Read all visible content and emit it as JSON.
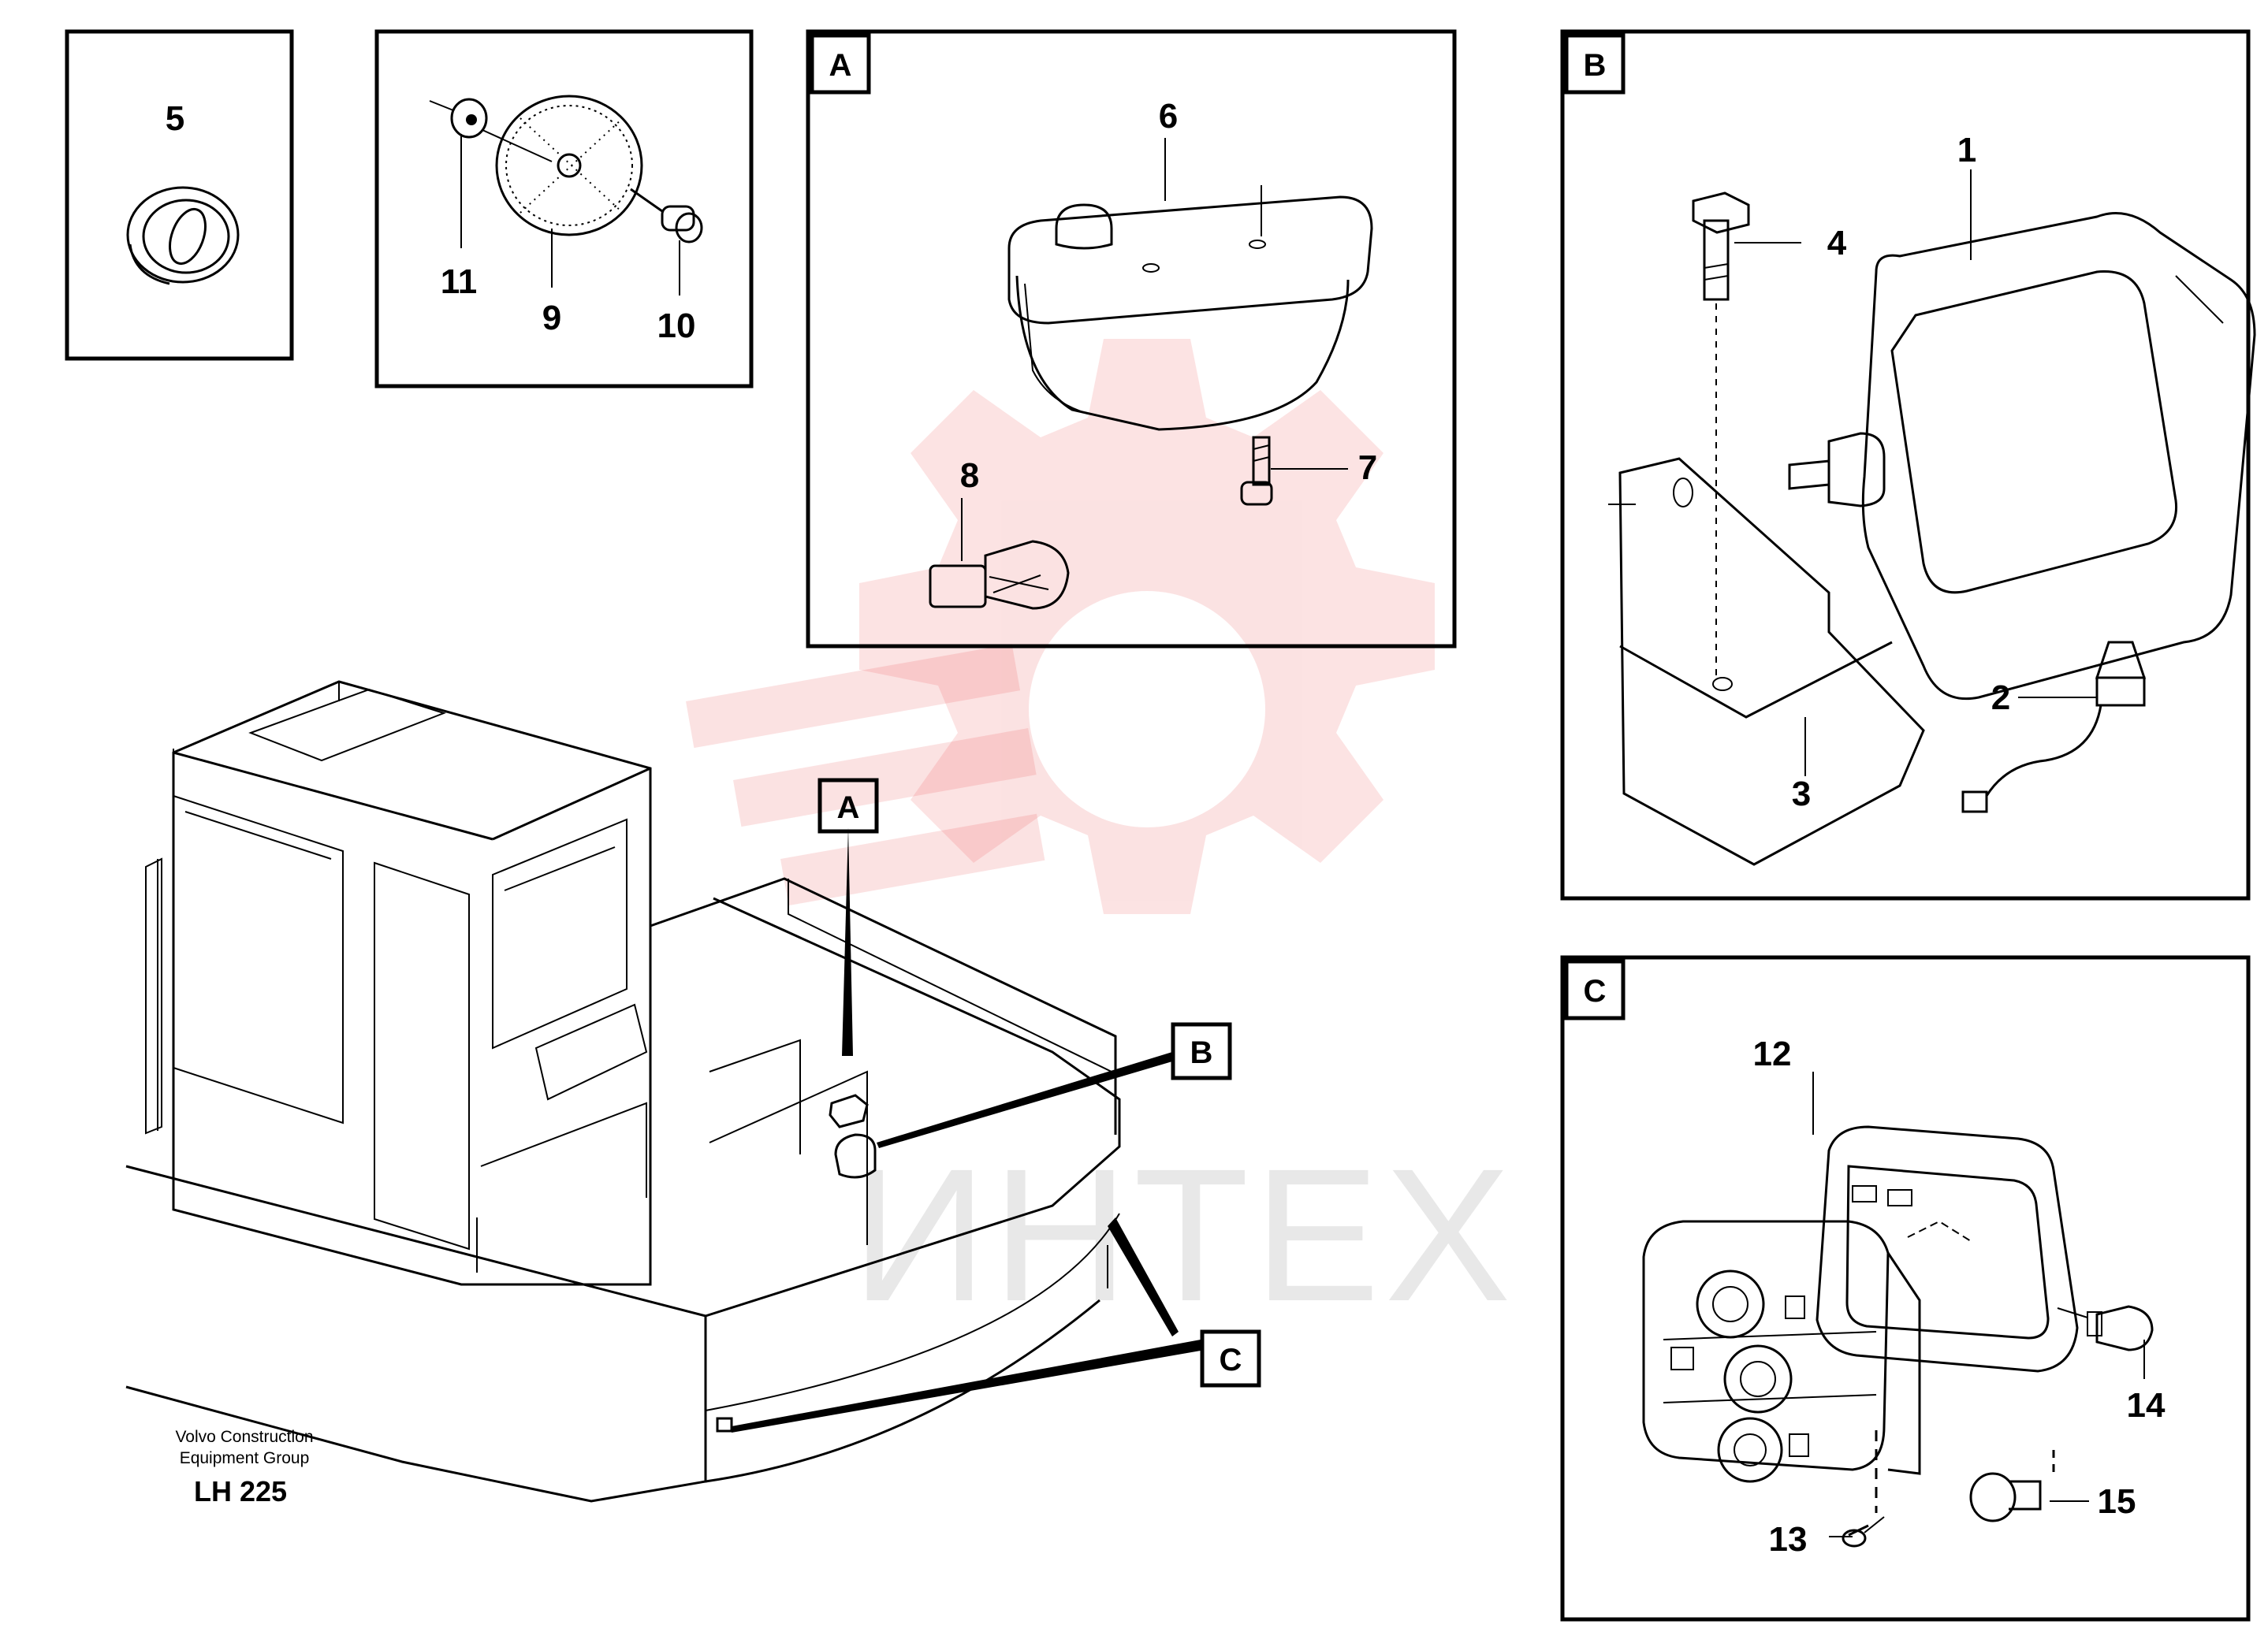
{
  "watermark": {
    "text": "ИНТЕХ",
    "color": "#e8262a"
  },
  "callouts": {
    "p1": "1",
    "p2": "2",
    "p3": "3",
    "p4": "4",
    "p5": "5",
    "p6": "6",
    "p7": "7",
    "p8": "8",
    "p9": "9",
    "p10": "10",
    "p11": "11",
    "p12": "12",
    "p13": "13",
    "p14": "14",
    "p15": "15"
  },
  "detail_tags": {
    "a": "A",
    "b": "B",
    "c": "C"
  },
  "caption": {
    "line1": "Volvo Construction",
    "line2": "Equipment Group",
    "code": "LH 225"
  }
}
